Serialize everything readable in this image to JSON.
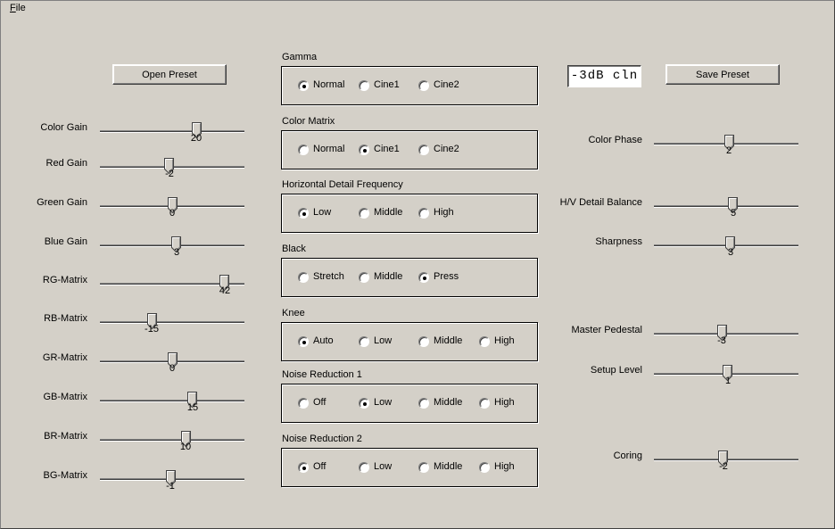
{
  "menu": {
    "file": "File"
  },
  "buttons": {
    "open_preset": "Open Preset",
    "save_preset": "Save Preset"
  },
  "display": {
    "value": "-3dB cln"
  },
  "sliders_left": [
    {
      "label": "Color Gain",
      "value": "20",
      "position": 0.68
    },
    {
      "label": "Red Gain",
      "value": "-2",
      "position": 0.48
    },
    {
      "label": "Green Gain",
      "value": "0",
      "position": 0.5
    },
    {
      "label": "Blue Gain",
      "value": "3",
      "position": 0.53
    },
    {
      "label": "RG-Matrix",
      "value": "42",
      "position": 0.89
    },
    {
      "label": "RB-Matrix",
      "value": "-15",
      "position": 0.35
    },
    {
      "label": "GR-Matrix",
      "value": "0",
      "position": 0.5
    },
    {
      "label": "GB-Matrix",
      "value": "15",
      "position": 0.65
    },
    {
      "label": "BR-Matrix",
      "value": "10",
      "position": 0.6
    },
    {
      "label": "BG-Matrix",
      "value": "-1",
      "position": 0.49
    }
  ],
  "sliders_right": [
    {
      "label": "Color Phase",
      "value": "2",
      "position": 0.52
    },
    {
      "label": "H/V Detail Balance",
      "value": "5",
      "position": 0.55
    },
    {
      "label": "Sharpness",
      "value": "3",
      "position": 0.53
    },
    {
      "label": "Master Pedestal",
      "value": "-3",
      "position": 0.47
    },
    {
      "label": "Setup Level",
      "value": "1",
      "position": 0.51
    },
    {
      "label": "Coring",
      "value": "-2",
      "position": 0.48
    }
  ],
  "groups": [
    {
      "title": "Gamma",
      "options": [
        "Normal",
        "Cine1",
        "Cine2"
      ],
      "selected": 0
    },
    {
      "title": "Color Matrix",
      "options": [
        "Normal",
        "Cine1",
        "Cine2"
      ],
      "selected": 1
    },
    {
      "title": "Horizontal Detail Frequency",
      "options": [
        "Low",
        "Middle",
        "High"
      ],
      "selected": 0
    },
    {
      "title": "Black",
      "options": [
        "Stretch",
        "Middle",
        "Press"
      ],
      "selected": 2
    },
    {
      "title": "Knee",
      "options": [
        "Auto",
        "Low",
        "Middle",
        "High"
      ],
      "selected": 0
    },
    {
      "title": "Noise Reduction 1",
      "options": [
        "Off",
        "Low",
        "Middle",
        "High"
      ],
      "selected": 1
    },
    {
      "title": "Noise Reduction 2",
      "options": [
        "Off",
        "Low",
        "Middle",
        "High"
      ],
      "selected": 0
    }
  ]
}
